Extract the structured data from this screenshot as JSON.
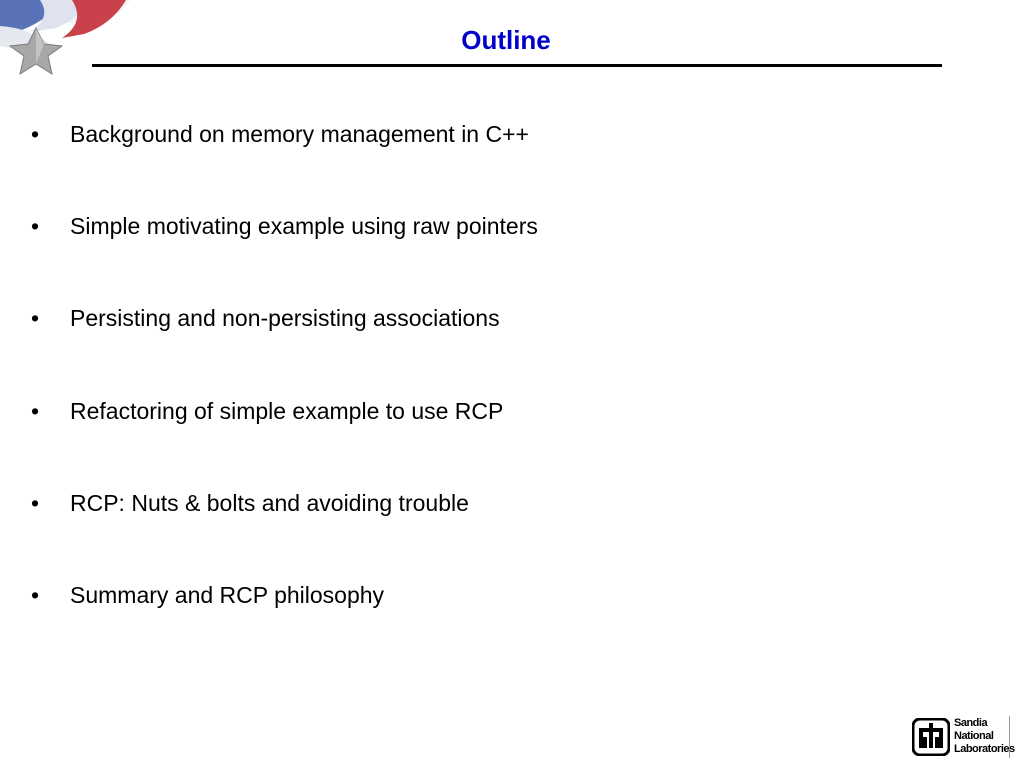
{
  "slide": {
    "title": "Outline",
    "title_color": "#0000cc",
    "bullet_symbol": "•",
    "bullets": [
      "Background on memory management in C++",
      "Simple motivating example using raw pointers",
      "Persisting and non-persisting associations",
      "Refactoring of simple example to use RCP",
      "RCP: Nuts & bolts and avoiding trouble",
      "Summary and RCP philosophy"
    ]
  },
  "logo": {
    "lines": [
      "Sandia",
      "National",
      "Laboratories"
    ],
    "icon": "sandia-thunderbird-icon"
  },
  "decoration": {
    "icon": "flag-star-icon",
    "colors": {
      "red": "#c8414b",
      "blue": "#5a73b8",
      "star": "#9a9a9a"
    }
  }
}
